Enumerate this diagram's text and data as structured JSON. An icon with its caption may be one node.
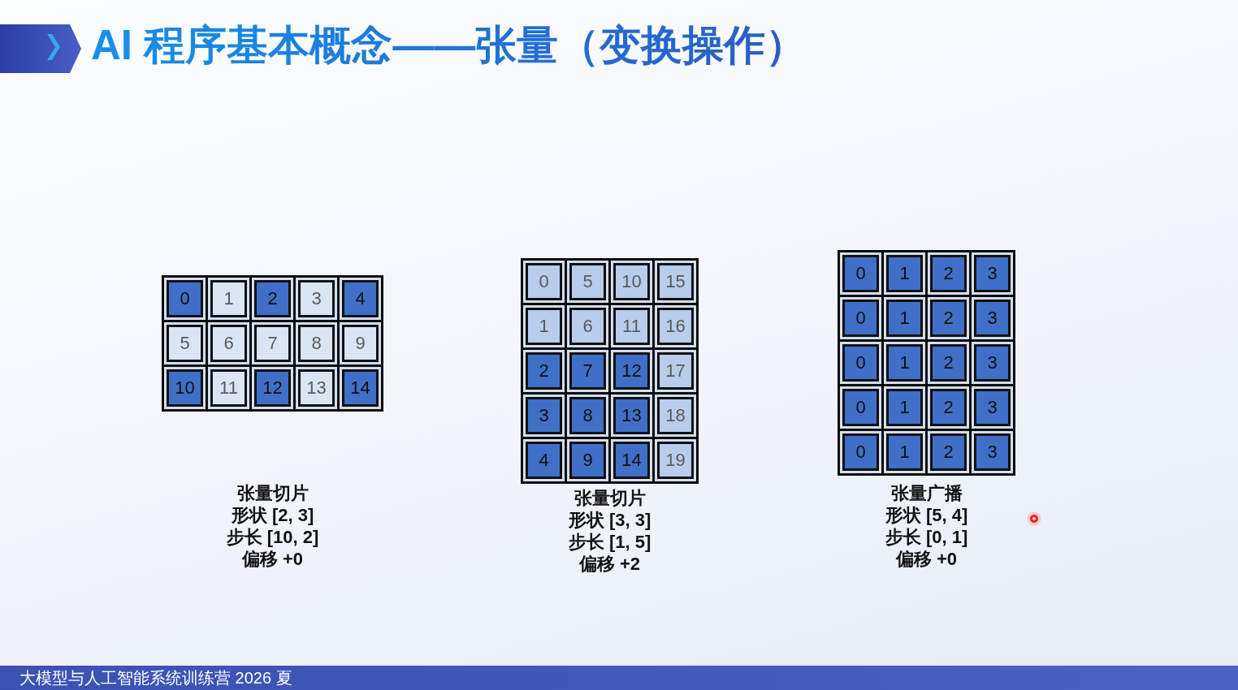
{
  "diagram": {
    "title": "AI 程序基本概念——张量（变换操作）",
    "nodes": [
      {
        "text": [],
        "shape": "box",
        "beside": [
          "张量切片",
          "形状 [2, 3]",
          "步长 [10, 2]",
          "偏移 +0"
        ]
      },
      {
        "text": [
          "0"
        ],
        "in": 0
      },
      {
        "text": [
          "1"
        ],
        "in": 0
      },
      {
        "text": [
          "2"
        ],
        "in": 0
      },
      {
        "text": [
          "3"
        ],
        "in": 0
      },
      {
        "text": [
          "4"
        ],
        "in": 0
      },
      {
        "text": [
          "5"
        ],
        "in": 0
      },
      {
        "text": [
          "6"
        ],
        "in": 0
      },
      {
        "text": [
          "7"
        ],
        "in": 0
      },
      {
        "text": [
          "8"
        ],
        "in": 0
      },
      {
        "text": [
          "9"
        ],
        "in": 0
      },
      {
        "text": [
          "10"
        ],
        "in": 0
      },
      {
        "text": [
          "11"
        ],
        "in": 0
      },
      {
        "text": [
          "12"
        ],
        "in": 0
      },
      {
        "text": [
          "13"
        ],
        "in": 0
      },
      {
        "text": [
          "14"
        ],
        "in": 0
      },
      {
        "text": [],
        "shape": "box",
        "beside": [
          "张量切片",
          "形状 [3, 3]",
          "步长 [1, 5]",
          "偏移 +2"
        ]
      },
      {
        "text": [
          "0"
        ],
        "in": 16
      },
      {
        "text": [
          "5"
        ],
        "in": 16
      },
      {
        "text": [
          "10"
        ],
        "in": 16
      },
      {
        "text": [
          "15"
        ],
        "in": 16
      },
      {
        "text": [
          "1"
        ],
        "in": 16
      },
      {
        "text": [
          "6"
        ],
        "in": 16
      },
      {
        "text": [
          "11"
        ],
        "in": 16
      },
      {
        "text": [
          "16"
        ],
        "in": 16
      },
      {
        "text": [
          "2"
        ],
        "in": 16
      },
      {
        "text": [
          "7"
        ],
        "in": 16
      },
      {
        "text": [
          "12"
        ],
        "in": 16
      },
      {
        "text": [
          "17"
        ],
        "in": 16
      },
      {
        "text": [
          "3"
        ],
        "in": 16
      },
      {
        "text": [
          "8"
        ],
        "in": 16
      },
      {
        "text": [
          "13"
        ],
        "in": 16
      },
      {
        "text": [
          "18"
        ],
        "in": 16
      },
      {
        "text": [
          "4"
        ],
        "in": 16
      },
      {
        "text": [
          "9"
        ],
        "in": 16
      },
      {
        "text": [
          "14"
        ],
        "in": 16
      },
      {
        "text": [
          "19"
        ],
        "in": 16
      },
      {
        "text": [],
        "shape": "box",
        "beside": [
          "张量广播",
          "形状 [5, 4]",
          "步长 [0, 1]",
          "偏移 +0"
        ]
      },
      {
        "text": [
          "0"
        ],
        "in": 37
      },
      {
        "text": [
          "1"
        ],
        "in": 37
      },
      {
        "text": [
          "2"
        ],
        "in": 37
      },
      {
        "text": [
          "3"
        ],
        "in": 37
      },
      {
        "text": [
          "0"
        ],
        "in": 37
      },
      {
        "text": [
          "1"
        ],
        "in": 37
      },
      {
        "text": [
          "2"
        ],
        "in": 37
      },
      {
        "text": [
          "3"
        ],
        "in": 37
      },
      {
        "text": [
          "0"
        ],
        "in": 37
      },
      {
        "text": [
          "1"
        ],
        "in": 37
      },
      {
        "text": [
          "2"
        ],
        "in": 37
      },
      {
        "text": [
          "3"
        ],
        "in": 37
      },
      {
        "text": [
          "0"
        ],
        "in": 37
      },
      {
        "text": [
          "1"
        ],
        "in": 37
      },
      {
        "text": [
          "2"
        ],
        "in": 37
      },
      {
        "text": [
          "3"
        ],
        "in": 37
      },
      {
        "text": [
          "0"
        ],
        "in": 37
      },
      {
        "text": [
          "1"
        ],
        "in": 37
      },
      {
        "text": [
          "2"
        ],
        "in": 37
      },
      {
        "text": [
          "3"
        ],
        "in": 37
      }
    ],
    "labels": [
      "大模型与人工智能系统训练营 2026 夏"
    ]
  }
}
